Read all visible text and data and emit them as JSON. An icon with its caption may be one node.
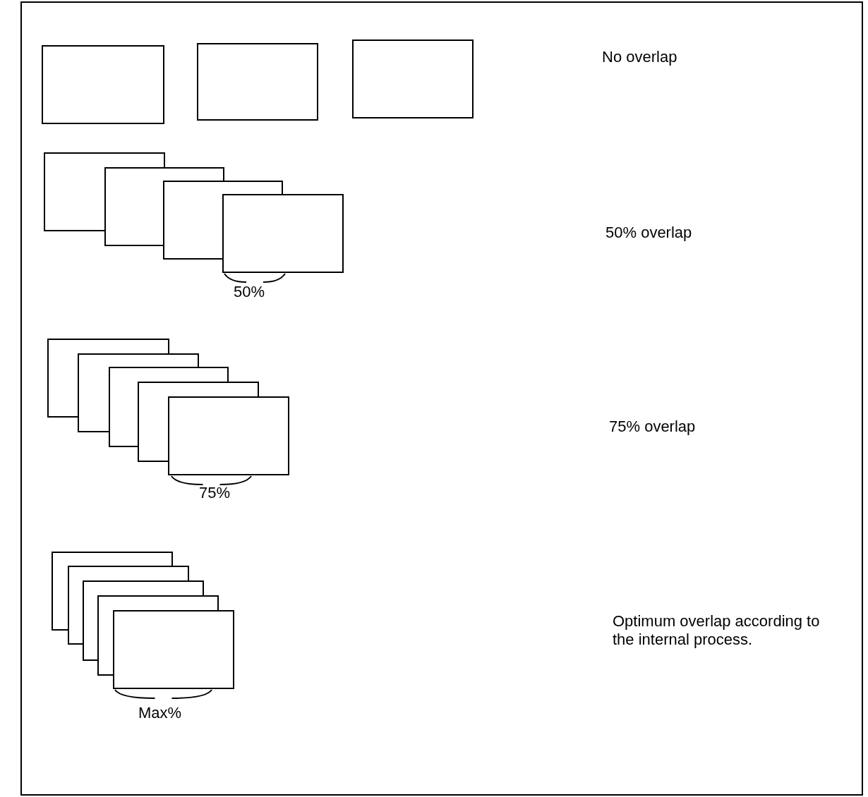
{
  "diagram": {
    "labels": [
      "No overlap",
      "50% overlap",
      "50%",
      "75% overlap",
      "75%",
      "Optimum overlap according to the internal process.",
      "Max%"
    ]
  }
}
